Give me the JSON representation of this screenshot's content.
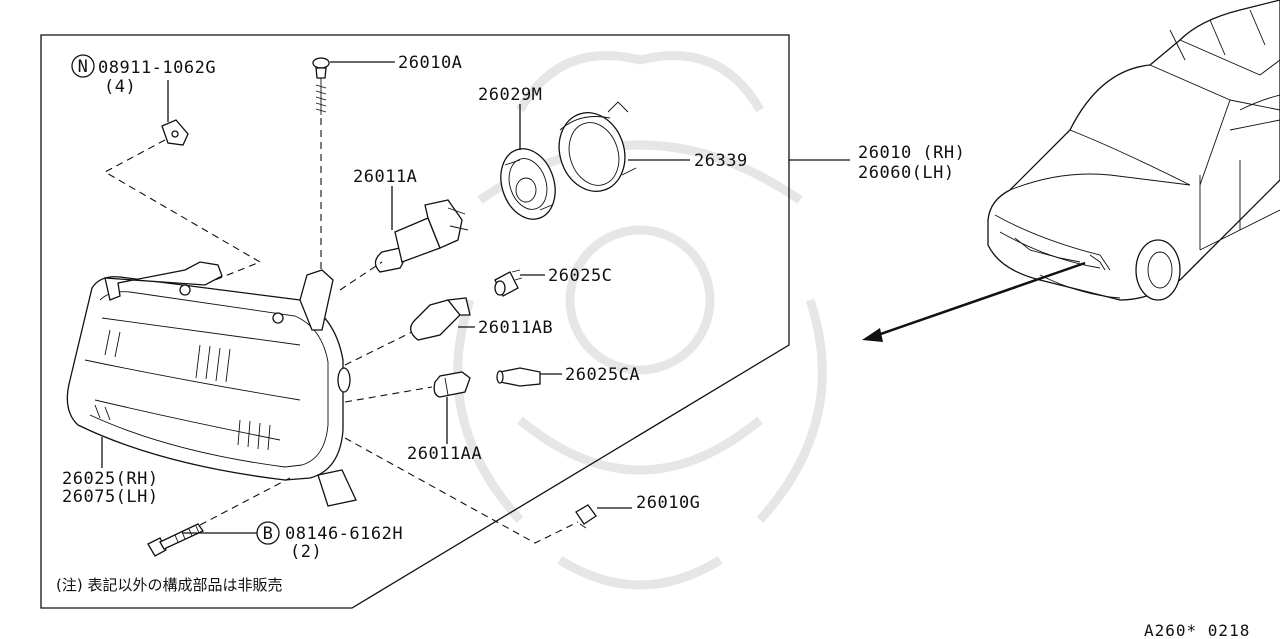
{
  "labels": {
    "nut_part": "08911-1062G",
    "nut_qty": "(4)",
    "screw_top": "26010A",
    "socket_cover": "26029M",
    "seal_ring": "26339",
    "assembly_rh": "26010 (RH)",
    "assembly_lh": "26060(LH)",
    "bulb_main": "26011A",
    "socket_c": "26025C",
    "bulb_ab": "26011AB",
    "socket_ca": "26025CA",
    "bulb_aa": "26011AA",
    "housing_rh": "26025(RH)",
    "housing_lh": "26075(LH)",
    "bolt_part": "08146-6162H",
    "bolt_qty": "(2)",
    "clip_part": "26010G"
  },
  "symbols": {
    "nut_symbol": "N",
    "bolt_symbol": "B"
  },
  "note": "(注) 表記以外の構成部品は非販売",
  "diagram_code": "A260* 0218"
}
